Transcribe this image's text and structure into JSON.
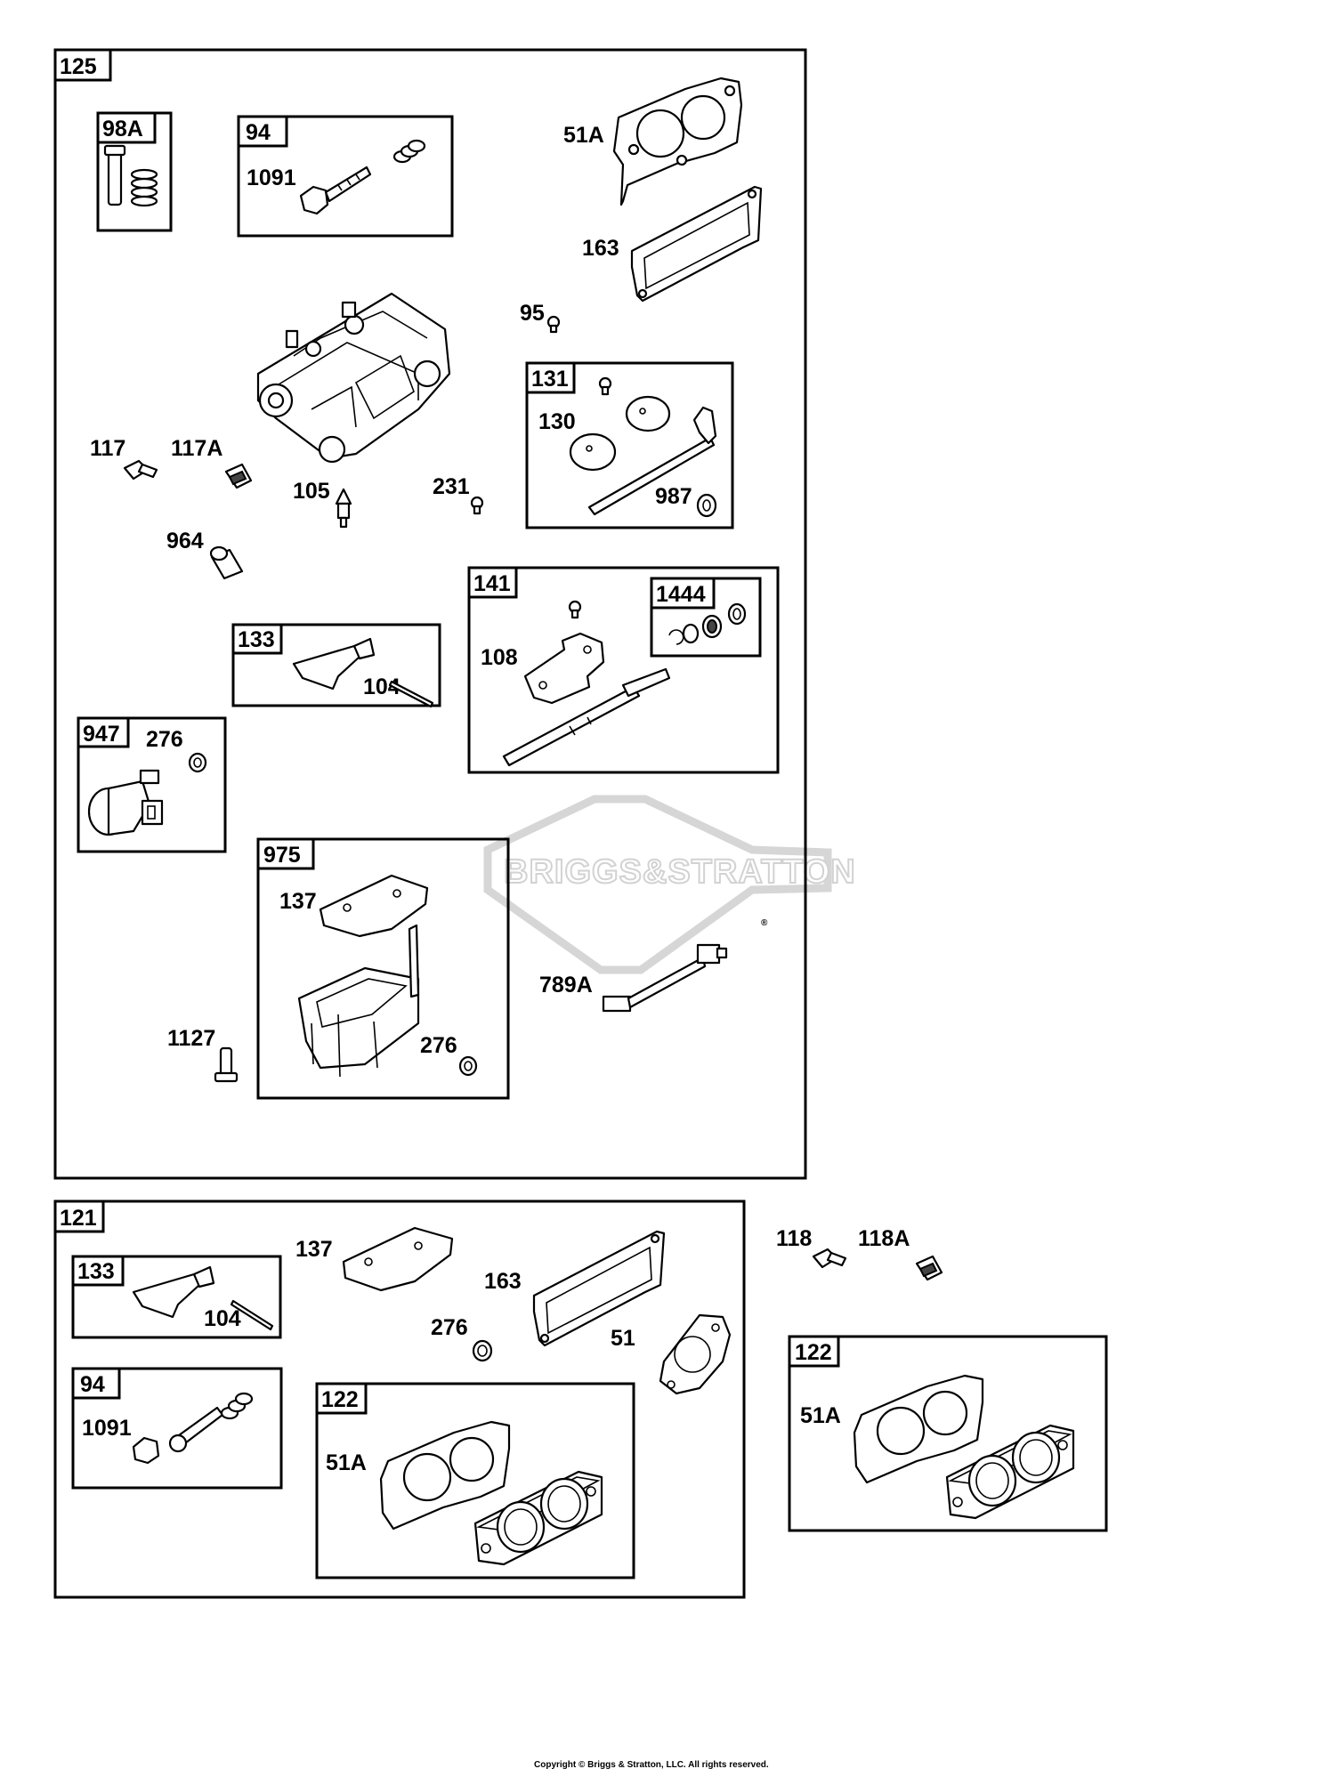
{
  "watermark_text": "BRIGGS&STRATTON",
  "watermark_mark": "®",
  "copyright": "Copyright © Briggs & Stratton, LLC. All rights reserved.",
  "kits": {
    "k125": "125",
    "k98a": "98A",
    "k94a": "94",
    "k131": "131",
    "k141": "141",
    "k1444": "1444",
    "k133a": "133",
    "k947": "947",
    "k975": "975",
    "k121": "121",
    "k133b": "133",
    "k94b": "94",
    "k122a": "122",
    "k122b": "122"
  },
  "labels": {
    "l51a_top": "51A",
    "l1091_a": "1091",
    "l163_top": "163",
    "l95": "95",
    "l130": "130",
    "l987": "987",
    "l117": "117",
    "l117a": "117A",
    "l105": "105",
    "l231": "231",
    "l964": "964",
    "l108": "108",
    "l104_a": "104",
    "l276_a": "276",
    "l137_a": "137",
    "l789a": "789A",
    "l1127": "1127",
    "l276_b": "276",
    "l137_b": "137",
    "l163_b": "163",
    "l276_c": "276",
    "l51": "51",
    "l104_b": "104",
    "l1091_b": "1091",
    "l51a_b": "51A",
    "l118": "118",
    "l118a": "118A",
    "l51a_c": "51A"
  }
}
